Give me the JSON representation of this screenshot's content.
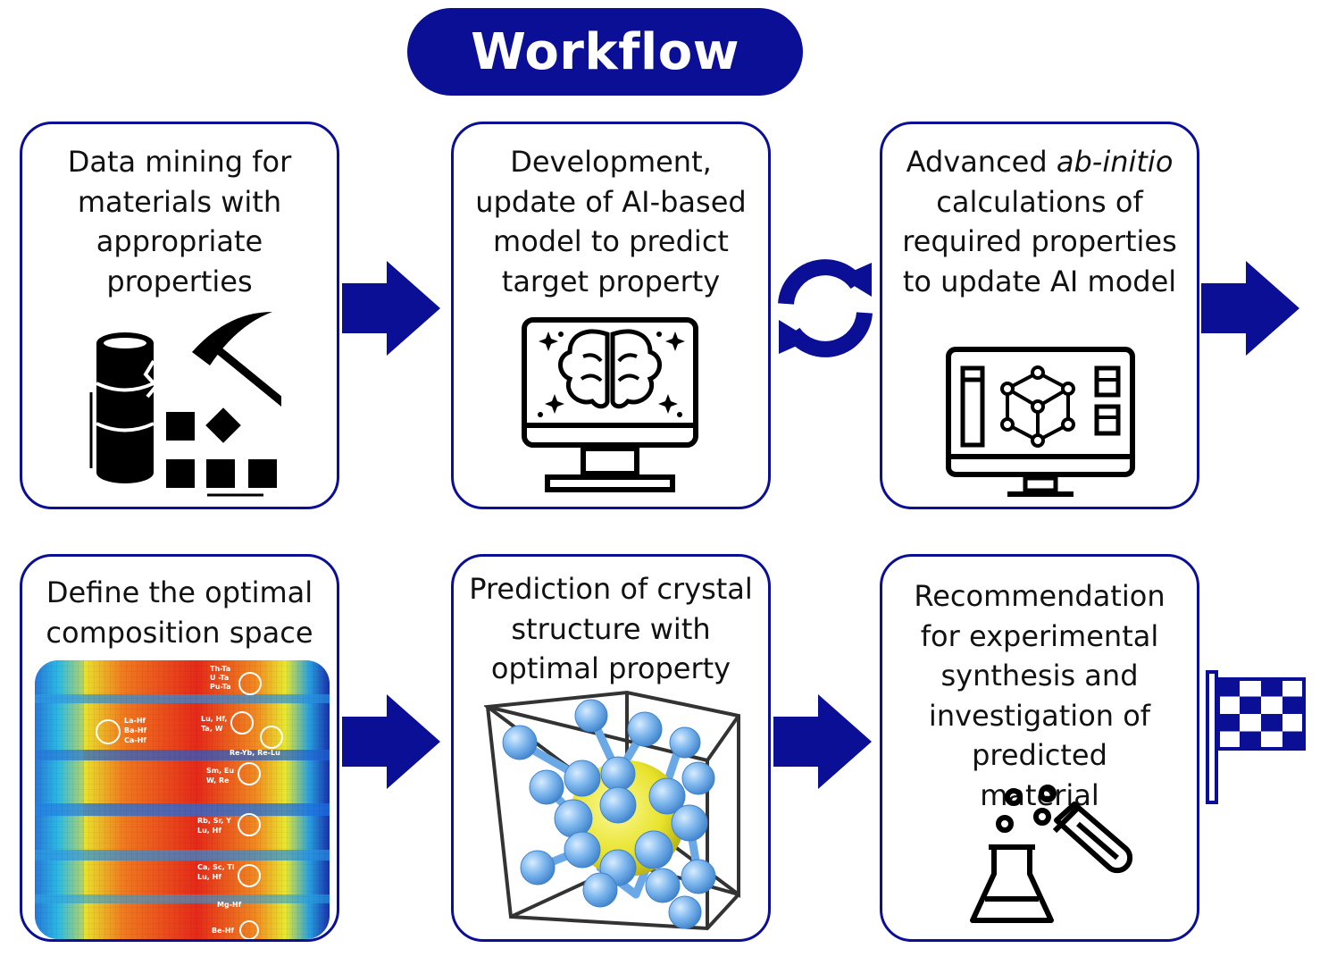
{
  "title": "Workflow",
  "steps": {
    "data_mining": "Data mining for materials with appropriate properties",
    "development": "Development, update of AI-based model to predict target property",
    "advanced_prefix": "Advanced ",
    "advanced_italic": "ab-initio",
    "advanced_suffix": " calculations of required properties to update AI model",
    "define_space": "Define the optimal composition space",
    "prediction": "Prediction of crystal structure with optimal property",
    "recommendation": "Recommendation for experimental synthesis and investigation of predicted material"
  },
  "heatmap_labels": {
    "l1": "Th-Ta",
    "l2": "U -Ta",
    "l3": "Pu-Ta",
    "l4": "La-Hf",
    "l5": "Ba-Hf",
    "l6": "Ca-Hf",
    "l7": "Lu, Hf,",
    "l8": "Ta, W",
    "l9": "Re-Yb, Re-Lu",
    "l10": "Sm, Eu",
    "l11": "W, Re",
    "l12": "Rb, Sr, Y",
    "l13": "Lu, Hf",
    "l14": "Ca, Sc, Ti",
    "l15": "Lu, Hf",
    "l16": "Mg-Hf",
    "l17": "Be-Hf"
  },
  "icons": [
    "database-mining-icon",
    "ai-brain-monitor-icon",
    "cycle-arrows-icon",
    "crystal-monitor-icon",
    "heatmap-image",
    "crystal-structure-image",
    "lab-flask-icon",
    "finish-flag-icon"
  ],
  "colors": {
    "accent": "#0a0f96",
    "atom": "#7fb8ee",
    "core": "#e8e22a"
  }
}
